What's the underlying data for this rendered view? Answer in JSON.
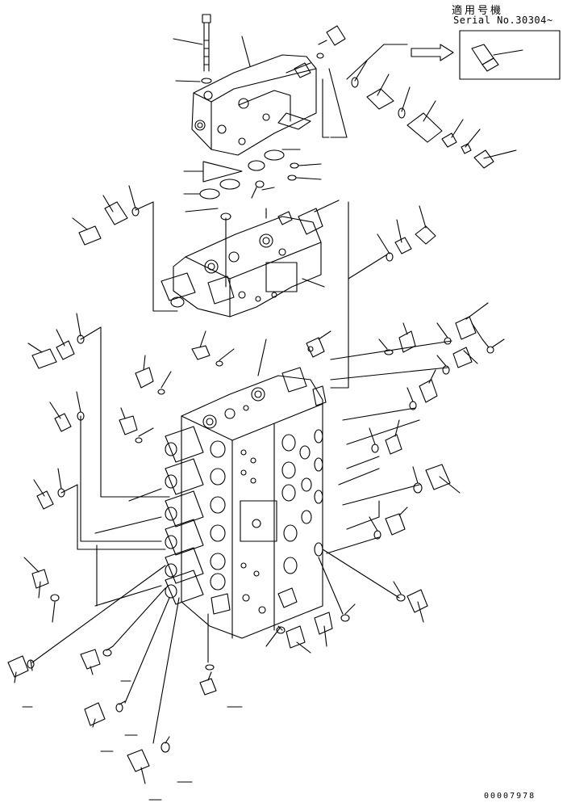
{
  "header": {
    "applicability_label": "適用号機",
    "serial_label": "Serial No.30304~"
  },
  "footer": {
    "drawing_code": "00007978"
  },
  "colors": {
    "line": "#000000",
    "background": "#ffffff"
  }
}
